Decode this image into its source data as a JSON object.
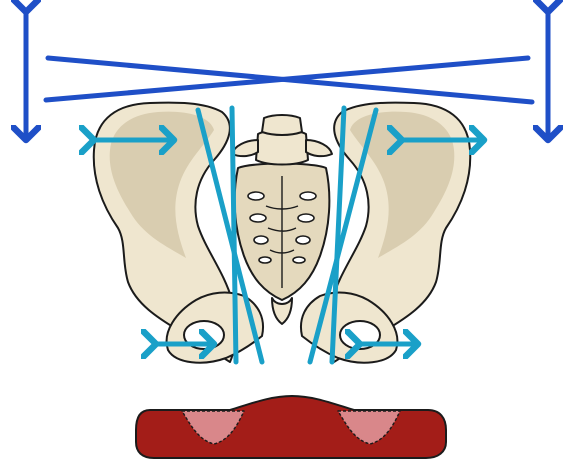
{
  "diagram": {
    "subject": "pelvis-alignment-illustration",
    "colors": {
      "background": "#ffffff",
      "bone_fill": "#efe6cf",
      "bone_shade": "#d9cdb0",
      "bone_outline": "#1b1b1b",
      "dark_blue_arrow": "#1f4fc7",
      "cyan_line": "#1aa0c8",
      "cushion_fill": "#a31d18",
      "cushion_pad": "#d9878a"
    },
    "arrows": {
      "vertical": [
        "left-vertical-arrow",
        "right-vertical-arrow"
      ],
      "horizontal": [
        "left-iliac-arrow",
        "right-iliac-arrow",
        "left-ischial-arrow",
        "right-ischial-arrow"
      ]
    }
  }
}
